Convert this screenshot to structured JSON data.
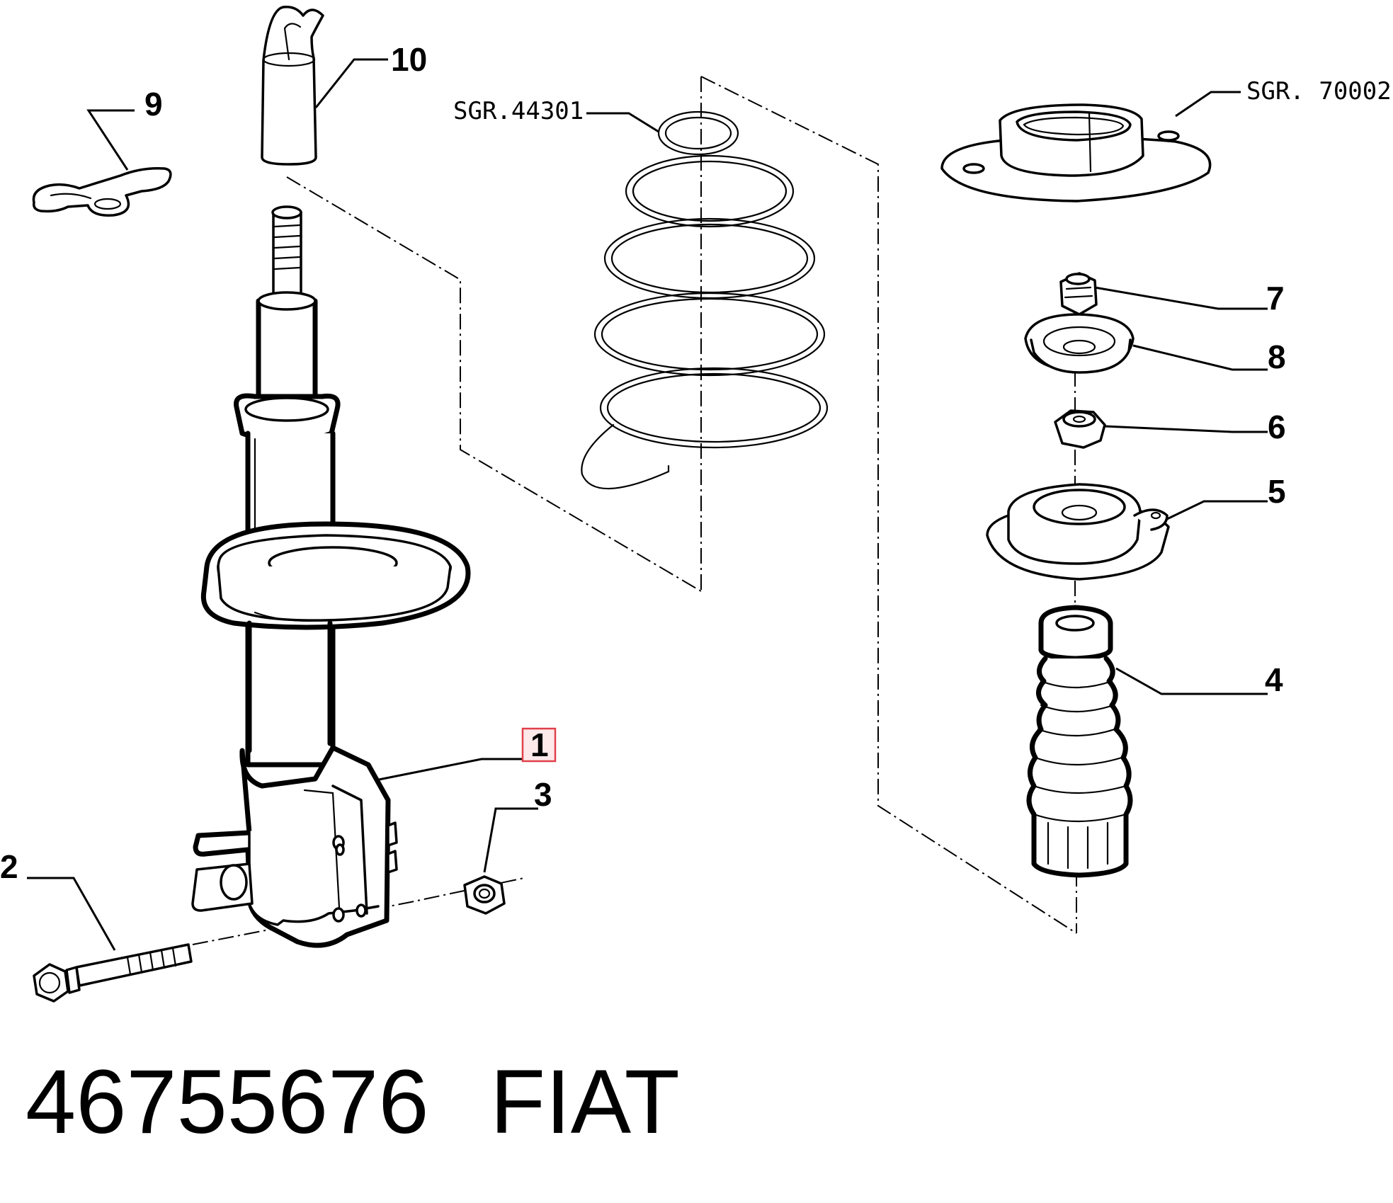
{
  "callouts": {
    "c1": "1",
    "c2": "2",
    "c3": "3",
    "c4": "4",
    "c5": "5",
    "c6": "6",
    "c7": "7",
    "c8": "8",
    "c9": "9",
    "c10": "10"
  },
  "references": {
    "spring": "SGR.44301",
    "mount": "SGR. 70002"
  },
  "caption": {
    "part_number": "46755676",
    "brand": "FIAT"
  },
  "highlight_color": "#e0404a"
}
